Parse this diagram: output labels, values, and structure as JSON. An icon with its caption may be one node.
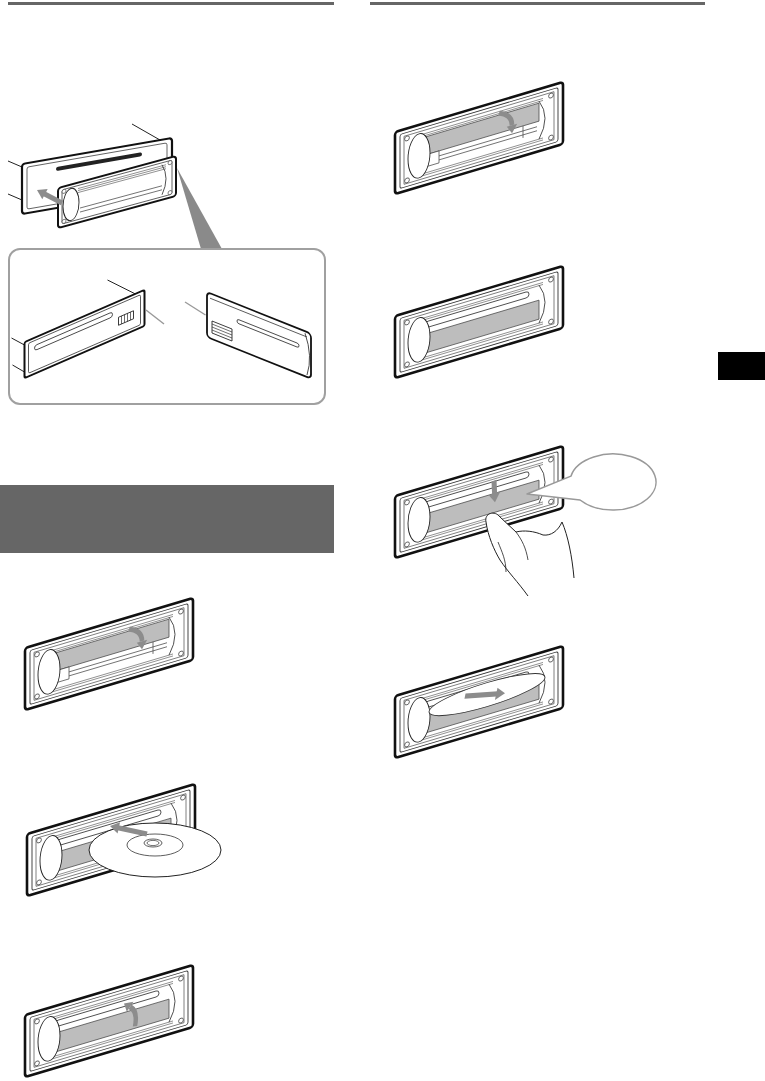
{
  "diagram": {
    "nodes": [
      {
        "text": [],
        "shape": "box"
      },
      {
        "text": [],
        "shape": "picture",
        "in": 0
      },
      {
        "text": [],
        "shape": "picture",
        "in": 0
      },
      {
        "text": [],
        "shape": "bar"
      },
      {
        "text": [],
        "shape": "circle"
      }
    ],
    "edges": [
      {
        "from": null,
        "to": 1,
        "arrow": "none"
      },
      {
        "from": null,
        "to": 2,
        "arrow": "none"
      }
    ]
  }
}
